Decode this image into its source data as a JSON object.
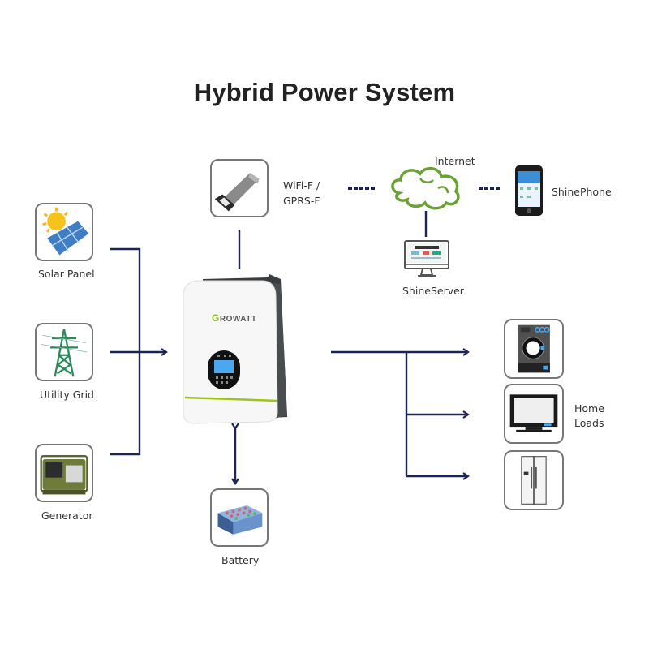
{
  "title": "Hybrid Power System",
  "colors": {
    "line": "#1c2456",
    "cloud": "#6aa233",
    "accent_green": "#9cc41a",
    "screen_blue": "#4aa8f0",
    "box_border": "#777777"
  },
  "sources": [
    {
      "label": "Solar Panel",
      "icon": "solar-panel-icon"
    },
    {
      "label": "Utility Grid",
      "icon": "transmission-tower-icon"
    },
    {
      "label": "Generator",
      "icon": "generator-icon"
    }
  ],
  "inverter": {
    "brand": "GROWATT",
    "icon": "inverter-icon"
  },
  "battery": {
    "label": "Battery",
    "icon": "battery-icon"
  },
  "monitoring": {
    "dongle": {
      "label_line1": "WiFi-F /",
      "label_line2": "GPRS-F",
      "icon": "wifi-dongle-icon"
    },
    "internet": {
      "label": "Internet",
      "icon": "cloud-icon"
    },
    "phone": {
      "label": "ShinePhone",
      "icon": "smartphone-icon"
    },
    "server": {
      "label": "ShineServer",
      "icon": "monitor-icon"
    }
  },
  "loads": {
    "label_line1": "Home",
    "label_line2": "Loads",
    "items": [
      {
        "icon": "washing-machine-icon"
      },
      {
        "icon": "television-icon"
      },
      {
        "icon": "refrigerator-icon"
      }
    ]
  }
}
